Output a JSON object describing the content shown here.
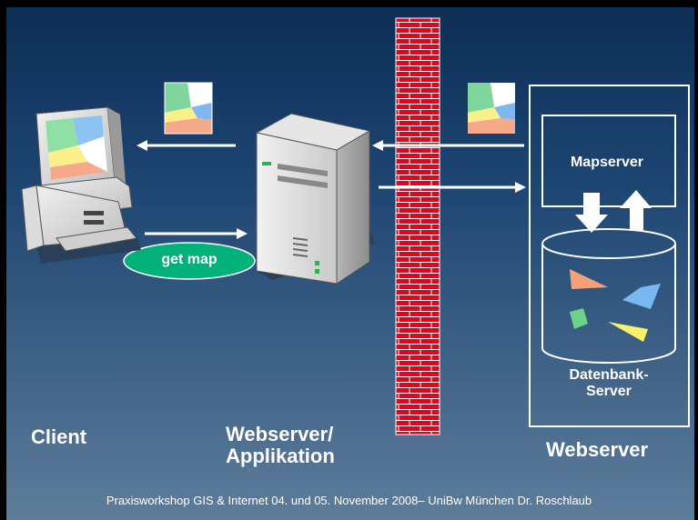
{
  "labels": {
    "client": "Client",
    "webserver_app": "Webserver/ Applikation",
    "webserver": "Webserver",
    "mapserver": "Mapserver",
    "db_server": "Datenbank-Server",
    "get_map": "get map"
  },
  "footer": "Praxisworkshop GIS & Internet 04. und 05. November 2008– UniBw München    Dr. Roschlaub",
  "colors": {
    "background_top": "#0c2d54",
    "background_bottom": "#5d7d9a",
    "firewall_red": "#e8001c",
    "get_map_badge": "#00b27a"
  }
}
